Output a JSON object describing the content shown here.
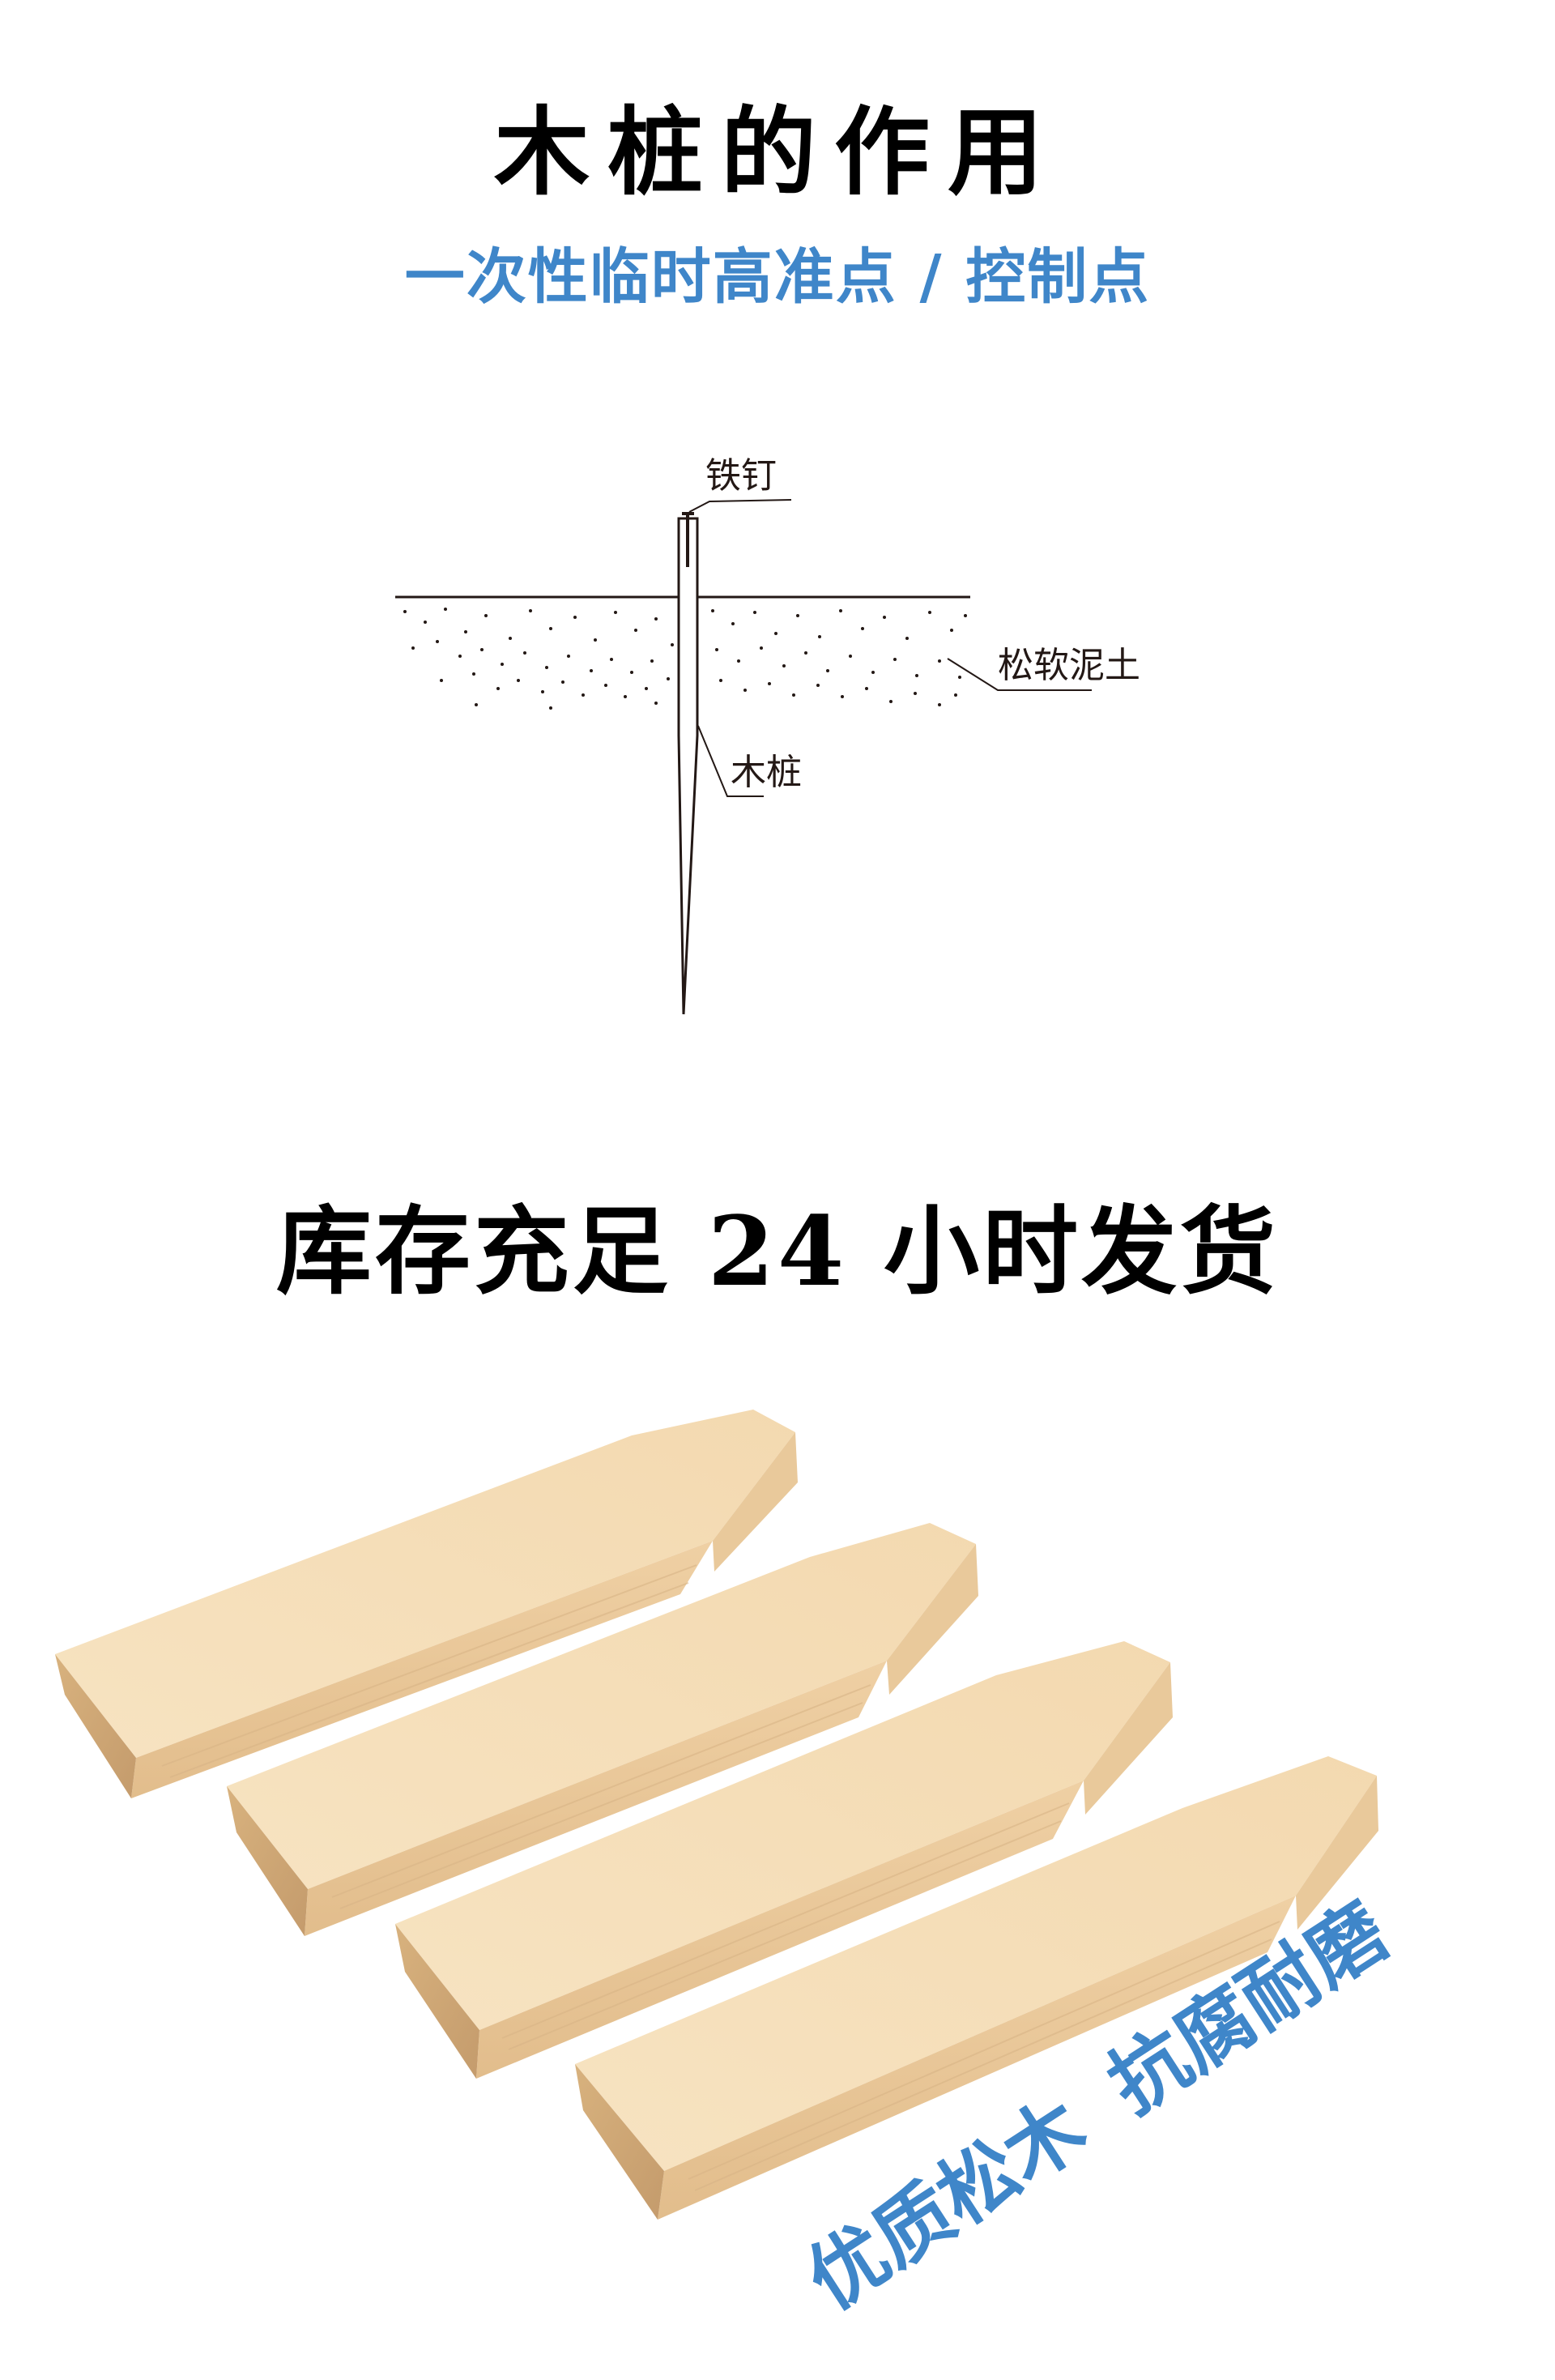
{
  "header": {
    "title": "木桩的作用",
    "subtitle": "一次性临时高准点 / 控制点"
  },
  "diagram": {
    "labels": {
      "nail": "铁钉",
      "soil": "松软泥土",
      "stake": "木桩"
    }
  },
  "stock": {
    "title": "库存充足 24 小时发货"
  },
  "product": {
    "stake_count": 4,
    "slogan_part1": "优质松木",
    "slogan_part2": "抗腐耐磨"
  },
  "colors": {
    "accent_blue": "#3f86c9",
    "heading_black": "#000000",
    "wood_light": "#f6dfba",
    "wood_mid": "#e8c99a",
    "wood_end": "#c9a47a"
  }
}
